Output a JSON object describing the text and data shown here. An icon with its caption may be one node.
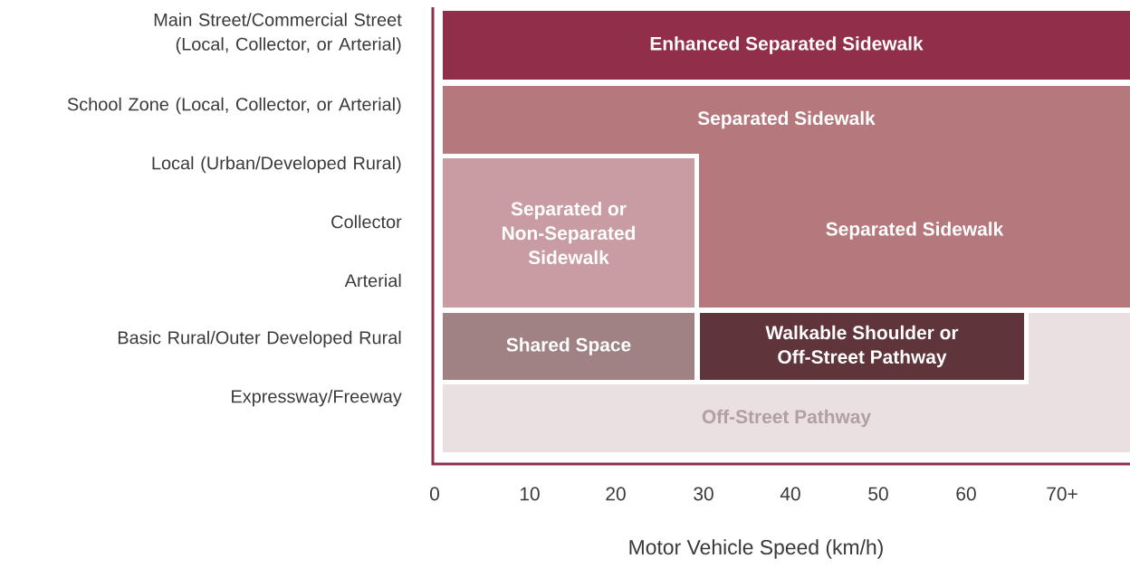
{
  "diagram": {
    "nodes": [
      {
        "text": [
          "Enhanced Separated Sidewalk"
        ]
      },
      {
        "text": [
          "Separated Sidewalk"
        ]
      },
      {
        "text": [
          "Separated or Non-Separated Sidewalk"
        ]
      },
      {
        "text": [
          "Separated Sidewalk"
        ]
      },
      {
        "text": [
          "Shared Space"
        ]
      },
      {
        "text": [
          "Walkable Shoulder or Off-Street Pathway"
        ]
      },
      {
        "text": [
          "Off-Street Pathway"
        ]
      },
      {
        "text": [],
        "shape": "box"
      }
    ],
    "labels": [
      "Main Street/Commercial Street (Local, Collector, or Arterial)",
      "School Zone (Local, Collector, or Arterial)",
      "Local (Urban/Developed Rural)",
      "Collector",
      "Arterial",
      "Basic Rural/Outer Developed Rural",
      "Expressway/Freeway",
      "0",
      "10",
      "20",
      "30",
      "40",
      "50",
      "60",
      "70+",
      "Motor Vehicle Speed (km/h)"
    ]
  }
}
